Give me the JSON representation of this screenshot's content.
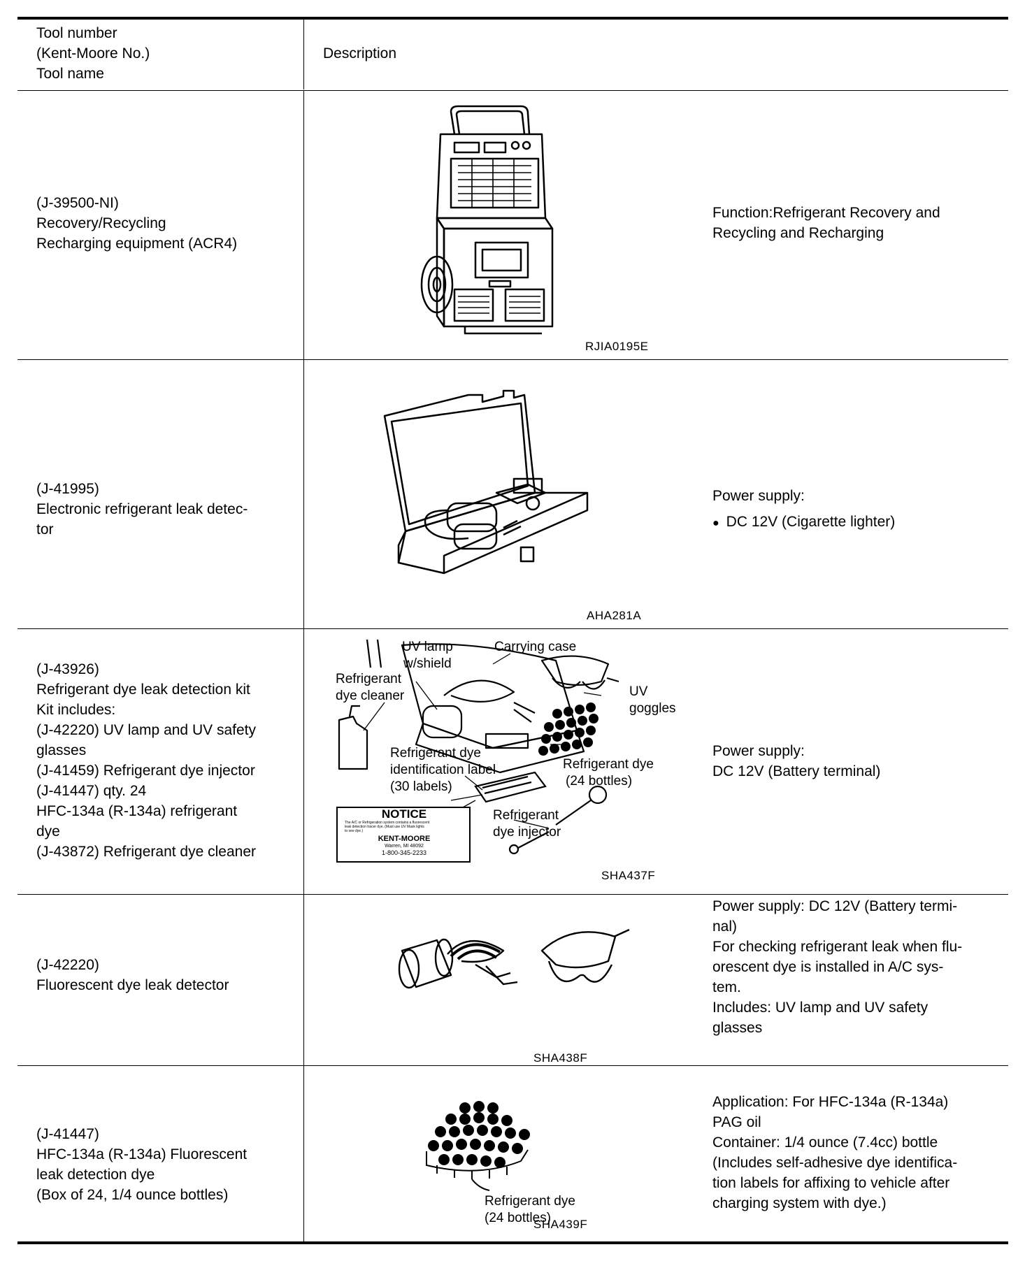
{
  "header": {
    "tool_col": [
      "Tool number",
      "(Kent-Moore No.)",
      "Tool name"
    ],
    "desc_col": "Description"
  },
  "rows": [
    {
      "tool": [
        "(J-39500-NI)",
        "Recovery/Recycling",
        "Recharging equipment (ACR4)"
      ],
      "figure_code": "RJIA0195E",
      "desc": [
        "Function:Refrigerant Recovery and",
        "Recycling and Recharging"
      ]
    },
    {
      "tool": [
        "(J-41995)",
        "Electronic refrigerant leak detec-",
        "tor"
      ],
      "figure_code": "AHA281A",
      "desc_title": "Power supply:",
      "desc_bullet": "DC 12V (Cigarette lighter)"
    },
    {
      "tool": [
        "(J-43926)",
        "Refrigerant dye leak detection kit",
        "Kit includes:",
        "(J-42220) UV lamp and UV safety",
        "glasses",
        "(J-41459) Refrigerant dye injector",
        "(J-41447) qty. 24",
        "HFC-134a (R-134a) refrigerant",
        "dye",
        "(J-43872) Refrigerant dye cleaner"
      ],
      "figure_code": "SHA437F",
      "callouts": {
        "uv_lamp": [
          "UV lamp",
          "w/shield"
        ],
        "carrying_case": "Carrying case",
        "dye_cleaner": [
          "Refrigerant",
          "dye cleaner"
        ],
        "uv_goggles": [
          "UV",
          "goggles"
        ],
        "id_label": [
          "Refrigerant dye",
          "identification label",
          "(30 labels)"
        ],
        "dye_bottles": [
          "Refrigerant dye",
          "(24 bottles)"
        ],
        "dye_injector": [
          "Refrigerant",
          "dye injector"
        ]
      },
      "notice": {
        "title": "NOTICE",
        "fine_print": [
          "The A/C or Refrigeration system contains a fluorescent",
          "leak detection tracer dye. (Must use UV Mask lights",
          "to see dye.)"
        ],
        "brand": "KENT-MOORE",
        "city": "Warren, MI 48092",
        "phone": "1-800-345-2233"
      },
      "desc": [
        "Power supply:",
        "DC 12V (Battery terminal)"
      ]
    },
    {
      "tool": [
        "(J-42220)",
        "Fluorescent dye leak detector"
      ],
      "figure_code": "SHA438F",
      "desc": [
        "Power supply: DC 12V (Battery termi-",
        "nal)",
        "For checking refrigerant leak when flu-",
        "orescent dye is installed in A/C sys-",
        "tem.",
        "Includes: UV lamp and UV safety",
        "glasses"
      ]
    },
    {
      "tool": [
        "(J-41447)",
        "HFC-134a (R-134a) Fluorescent",
        "leak detection dye",
        "(Box of 24, 1/4 ounce bottles)"
      ],
      "figure_code": "SHA439F",
      "callouts": {
        "dye_bottles": [
          "Refrigerant dye",
          "(24 bottles)"
        ]
      },
      "desc": [
        "Application: For HFC-134a (R-134a)",
        "PAG oil",
        "Container: 1/4 ounce (7.4cc) bottle",
        "(Includes self-adhesive dye identifica-",
        "tion labels for affixing to vehicle after",
        "charging system with dye.)"
      ]
    }
  ]
}
